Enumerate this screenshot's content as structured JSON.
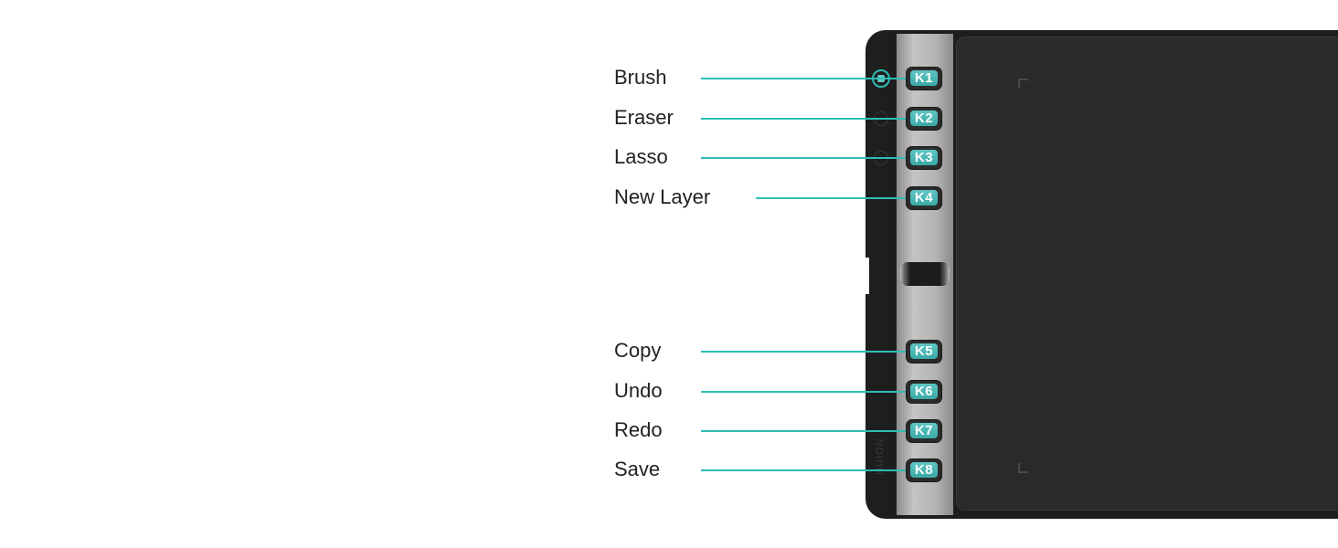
{
  "accent": "#2ebdb5",
  "brand_text": "HUION",
  "keys": [
    {
      "id": "K1",
      "label": "Brush"
    },
    {
      "id": "K2",
      "label": "Eraser"
    },
    {
      "id": "K3",
      "label": "Lasso"
    },
    {
      "id": "K4",
      "label": "New Layer"
    },
    {
      "id": "K5",
      "label": "Copy"
    },
    {
      "id": "K6",
      "label": "Undo"
    },
    {
      "id": "K7",
      "label": "Redo"
    },
    {
      "id": "K8",
      "label": "Save"
    }
  ],
  "icons": [
    "pen-status-icon",
    "power-icon",
    "indicator-icon",
    "scroll-wheel"
  ]
}
